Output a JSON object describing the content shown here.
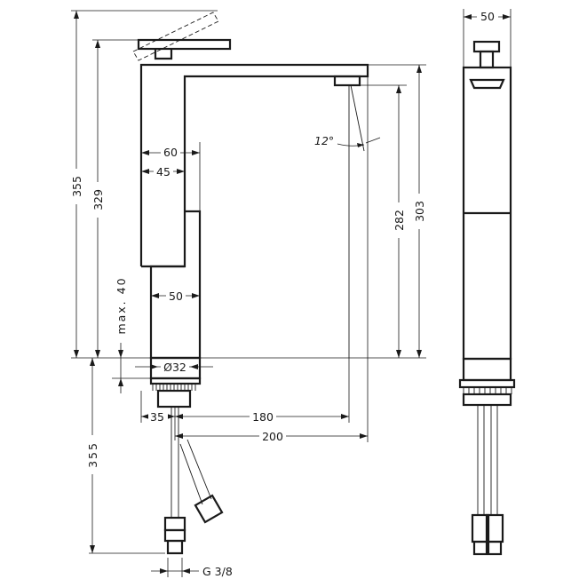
{
  "dimensions": {
    "total_height": "355",
    "spout_height_329": "329",
    "spout_outlet_303": "303",
    "spout_outlet_282": "282",
    "body_width_60": "60",
    "body_width_45": "45",
    "base_width_50": "50",
    "deck_thickness": "max. 40",
    "thread_dia": "Ø32",
    "offset_35": "35",
    "reach_180": "180",
    "reach_200": "200",
    "hose_length": "355",
    "connection": "G 3/8",
    "side_width": "50",
    "jet_angle": "12°"
  }
}
